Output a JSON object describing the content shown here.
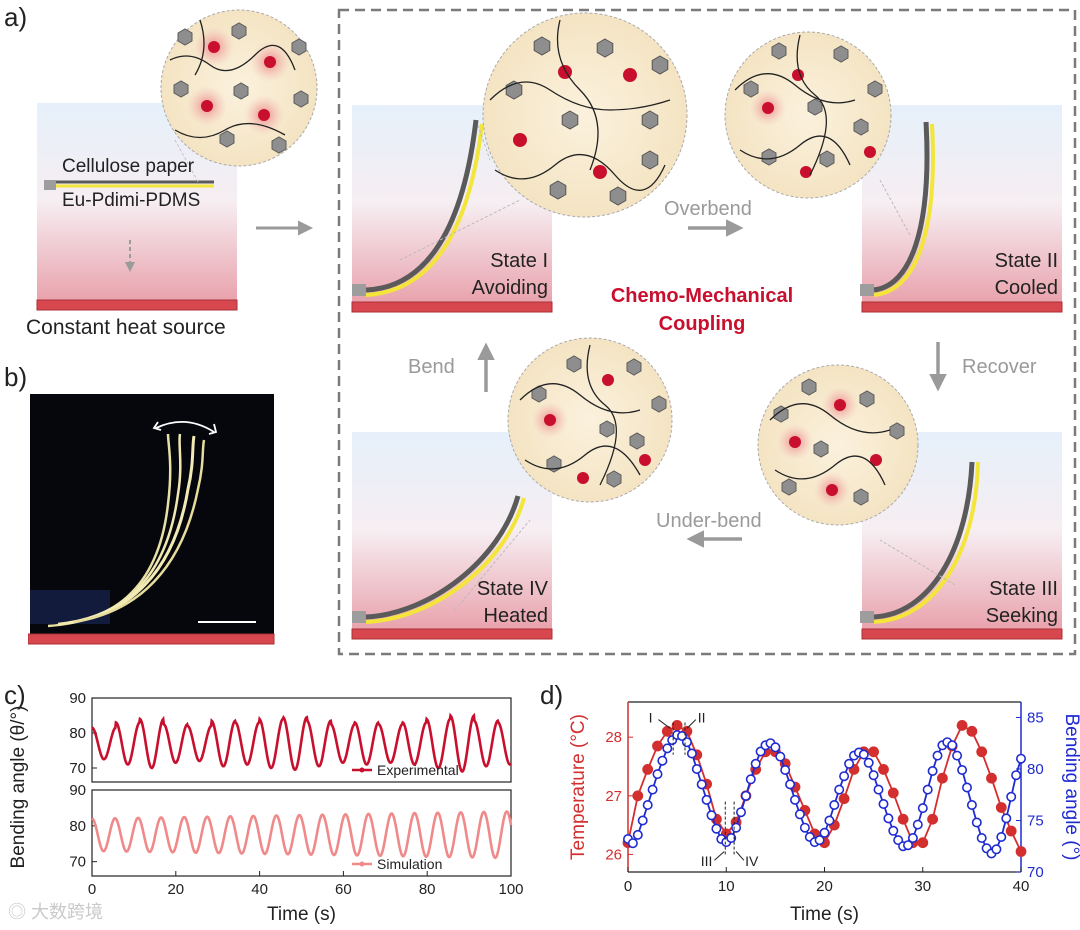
{
  "panel_a": {
    "letter": "a)",
    "layer_top": "Cellulose paper",
    "layer_bottom": "Eu-Pdimi-PDMS",
    "heat_source": "Constant heat source",
    "center_title_line1": "Chemo-Mechanical",
    "center_title_line2": "Coupling",
    "arrow_overbend": "Overbend",
    "arrow_recover": "Recover",
    "arrow_underbend": "Under-bend",
    "arrow_bend": "Bend",
    "state1": {
      "line1": "State I",
      "line2": "Avoiding"
    },
    "state2": {
      "line1": "State II",
      "line2": "Cooled"
    },
    "state3": {
      "line1": "State III",
      "line2": "Seeking"
    },
    "state4": {
      "line1": "State IV",
      "line2": "Heated"
    },
    "colors": {
      "accent_red": "#c8102e",
      "heat_bar": "#d9474e",
      "arrow_gray": "#9a9a9a",
      "film_yellow": "#f3e53a",
      "film_gray": "#5a5a5a"
    }
  },
  "panel_b": {
    "letter": "b)"
  },
  "panel_c": {
    "letter": "c)"
  },
  "panel_d": {
    "letter": "d)"
  },
  "watermark": "大数跨境",
  "chart_data": [
    {
      "type": "line",
      "panel": "c",
      "ylabel": "Bending angle (θ/°)",
      "xlabel": "Time (s)",
      "xlim": [
        0,
        100
      ],
      "x_ticks": [
        "0",
        "20",
        "40",
        "60",
        "80",
        "100"
      ],
      "top": {
        "ylim": [
          66,
          90
        ],
        "y_ticks": [
          "70",
          "80",
          "90"
        ],
        "legend": "Experimental",
        "color": "#c8102e",
        "period_s": 5.7,
        "mean": 77,
        "amplitudes": [
          4.5,
          6,
          7,
          5.5,
          5,
          6.5,
          6,
          7,
          7.5,
          6.5,
          5.5,
          6,
          5.5,
          6,
          7,
          8,
          6.5,
          6,
          6.5,
          5.5,
          6,
          5.5,
          4.5,
          4
        ]
      },
      "bottom": {
        "ylim": [
          66,
          90
        ],
        "y_ticks": [
          "70",
          "80",
          "90"
        ],
        "legend": "Simulation",
        "color": "#f08a8a",
        "period_s": 5.5,
        "mean": 77.5,
        "amplitude_start": 4.5,
        "amplitude_end": 6.5
      }
    },
    {
      "type": "line",
      "panel": "d",
      "xlabel": "Time (s)",
      "xlim": [
        0,
        40
      ],
      "x_ticks": [
        "0",
        "10",
        "20",
        "30",
        "40"
      ],
      "y_left": {
        "label": "Temperature (°C)",
        "ylim": [
          25.7,
          28.6
        ],
        "ticks": [
          "26",
          "27",
          "28"
        ],
        "color": "#d32f2f"
      },
      "y_right": {
        "label": "Bending angle (°)",
        "ylim": [
          70,
          86.5
        ],
        "ticks": [
          "70",
          "75",
          "80",
          "85"
        ],
        "color": "#1f2bd1"
      },
      "series": [
        {
          "name": "Temperature",
          "axis": "left",
          "marker": "filled-circle",
          "color": "#d32f2f",
          "x": [
            0,
            1,
            2,
            3,
            4,
            5,
            6,
            7,
            8,
            9,
            10,
            11,
            12,
            13,
            14,
            15,
            16,
            17,
            18,
            19,
            20,
            21,
            22,
            23,
            24,
            25,
            26,
            27,
            28,
            29,
            30,
            31,
            32,
            33,
            34,
            35,
            36,
            37,
            38,
            39,
            40
          ],
          "y": [
            26.2,
            27.0,
            27.45,
            27.85,
            28.1,
            28.2,
            28.1,
            27.7,
            27.2,
            26.6,
            26.35,
            26.55,
            27.0,
            27.45,
            27.75,
            27.75,
            27.55,
            27.15,
            26.75,
            26.35,
            26.2,
            26.5,
            26.95,
            27.45,
            27.75,
            27.75,
            27.45,
            27.05,
            26.6,
            26.2,
            26.2,
            26.6,
            27.3,
            27.85,
            28.2,
            28.1,
            27.75,
            27.3,
            26.8,
            26.4,
            26.05
          ]
        },
        {
          "name": "Bending angle",
          "axis": "right",
          "marker": "open-circle",
          "color": "#1f2bd1",
          "x": [
            0,
            0.5,
            1,
            1.5,
            2,
            2.5,
            3,
            3.5,
            4,
            4.5,
            5,
            5.5,
            6,
            6.5,
            7,
            7.5,
            8,
            8.5,
            9,
            9.5,
            10,
            10.5,
            11,
            11.5,
            12,
            12.5,
            13,
            13.5,
            14,
            14.5,
            15,
            15.5,
            16,
            16.5,
            17,
            17.5,
            18,
            18.5,
            19,
            19.5,
            20,
            20.5,
            21,
            21.5,
            22,
            22.5,
            23,
            23.5,
            24,
            24.5,
            25,
            25.5,
            26,
            26.5,
            27,
            27.5,
            28,
            28.5,
            29,
            29.5,
            30,
            30.5,
            31,
            31.5,
            32,
            32.5,
            33,
            33.5,
            34,
            34.5,
            35,
            35.5,
            36,
            36.5,
            37,
            37.5,
            38,
            38.5,
            39,
            39.5,
            40
          ],
          "y": [
            73.2,
            72.8,
            73.6,
            75.0,
            76.5,
            78.0,
            79.5,
            80.8,
            82.0,
            82.8,
            83.3,
            83.2,
            82.6,
            81.5,
            80.0,
            78.5,
            77.0,
            75.5,
            74.2,
            73.2,
            72.9,
            73.3,
            74.3,
            75.8,
            77.4,
            79.0,
            80.5,
            81.7,
            82.3,
            82.5,
            82.1,
            81.2,
            79.9,
            78.5,
            77.0,
            75.6,
            74.3,
            73.4,
            72.9,
            73.1,
            73.8,
            75.0,
            76.5,
            78.0,
            79.3,
            80.5,
            81.3,
            81.6,
            81.4,
            80.6,
            79.4,
            78.0,
            76.6,
            75.2,
            74.0,
            73.1,
            72.5,
            72.6,
            73.3,
            74.6,
            76.2,
            78.0,
            79.8,
            81.3,
            82.3,
            82.6,
            82.3,
            81.3,
            79.9,
            78.2,
            76.5,
            74.8,
            73.3,
            72.3,
            71.8,
            72.2,
            73.4,
            75.2,
            77.3,
            79.4,
            81.0
          ]
        }
      ],
      "annotations": [
        "I",
        "II",
        "III",
        "IV"
      ]
    }
  ]
}
